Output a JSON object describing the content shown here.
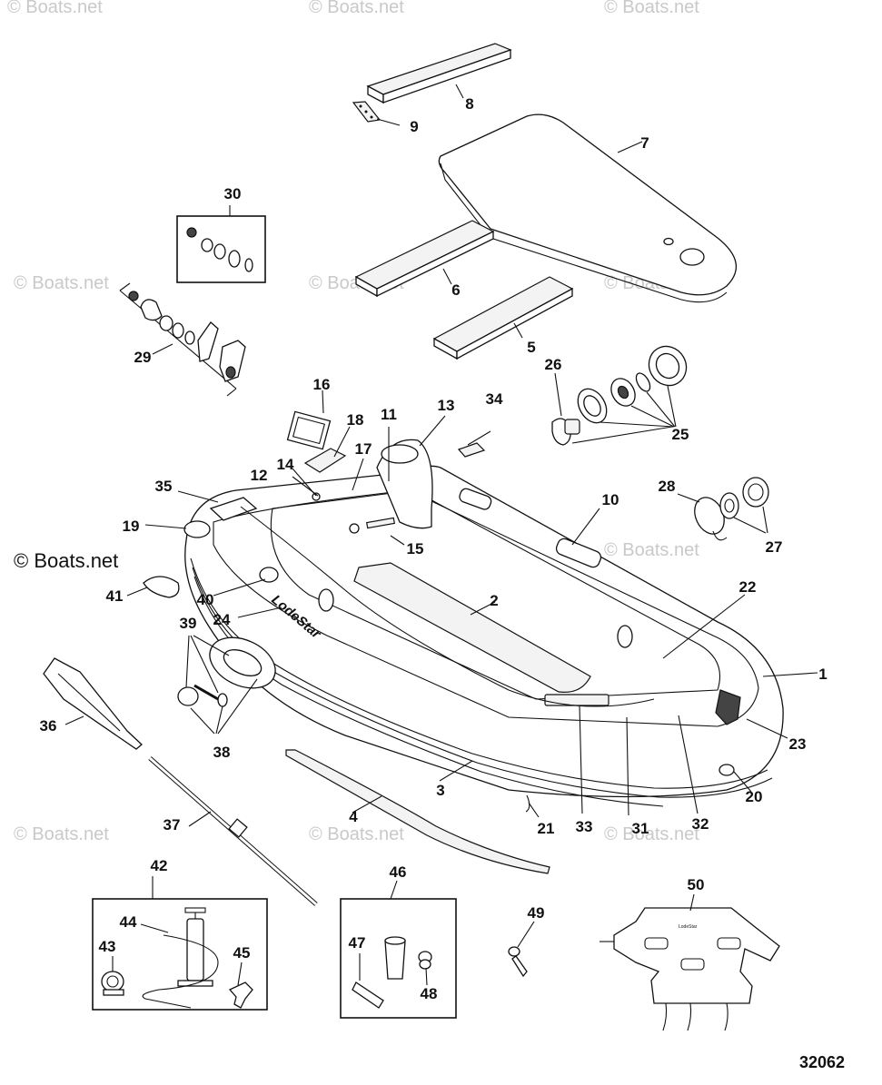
{
  "watermark": {
    "text": "© Boats.net",
    "text_left": "© Boats.net"
  },
  "figure_number": "32062",
  "boat_brand_text": "LodeStar",
  "apron_brand_text": "LodeStar",
  "callouts": [
    "1",
    "2",
    "3",
    "4",
    "5",
    "6",
    "7",
    "8",
    "9",
    "10",
    "11",
    "12",
    "13",
    "14",
    "15",
    "16",
    "17",
    "18",
    "19",
    "20",
    "21",
    "22",
    "23",
    "24",
    "25",
    "26",
    "27",
    "28",
    "29",
    "30",
    "31",
    "32",
    "33",
    "34",
    "35",
    "36",
    "37",
    "38",
    "39",
    "40",
    "41",
    "42",
    "43",
    "44",
    "45",
    "46",
    "47",
    "48",
    "49",
    "50"
  ]
}
